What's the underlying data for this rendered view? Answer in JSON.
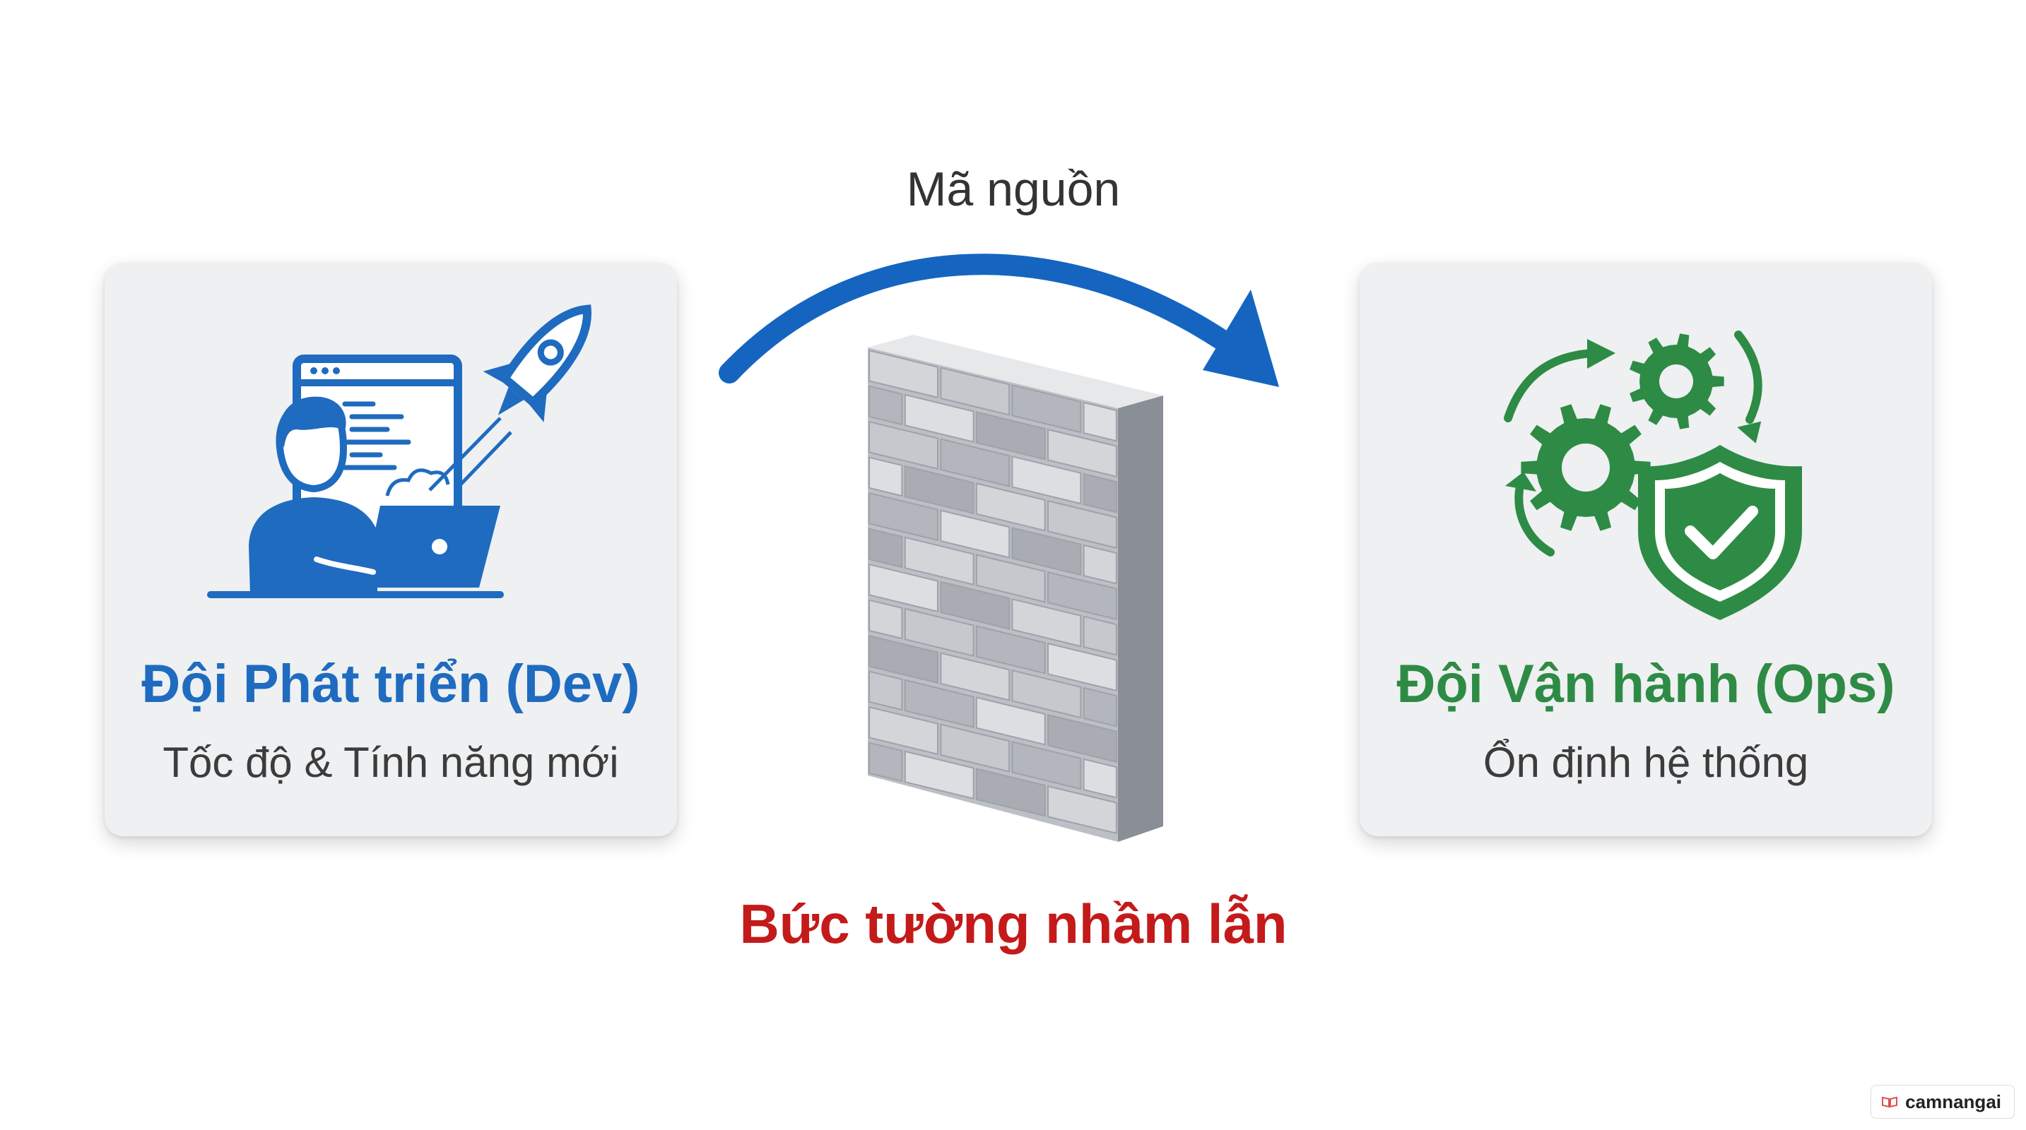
{
  "dev": {
    "title": "Đội Phát triển (Dev)",
    "subtitle": "Tốc độ & Tính năng mới",
    "color": "#1f6bbf",
    "icon": "developer-rocket-icon"
  },
  "ops": {
    "title": "Đội Vận hành (Ops)",
    "subtitle": "Ổn định hệ thống",
    "color": "#2e8b45",
    "icon": "gears-shield-icon"
  },
  "arrow": {
    "label": "Mã nguồn",
    "color": "#1565c0"
  },
  "wall": {
    "label": "Bức tường nhầm lẫn",
    "color": "#c41a1a",
    "icon": "brick-wall-icon"
  },
  "watermark": {
    "text": "camnangai"
  }
}
